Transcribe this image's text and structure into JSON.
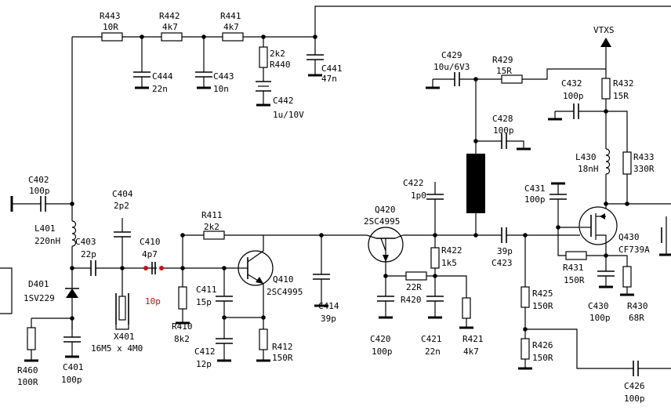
{
  "labels": {
    "r443_name": "R443",
    "r443_val": "10R",
    "r442_name": "R442",
    "r442_val": "4k7",
    "r441_name": "R441",
    "r441_val": "4k7",
    "r440_val": "2k2",
    "r440_name": "R440",
    "c441_name": "C441",
    "c441_val": "47n",
    "c444_name": "C444",
    "c444_val": "22n",
    "c443_name": "C443",
    "c443_val": "10n",
    "c442_name": "C442",
    "c442_val": "1u/10V",
    "c402_name": "C402",
    "c402_val": "100p",
    "l401_name": "L401",
    "l401_val": "220nH",
    "c404_name": "C404",
    "c404_val": "2p2",
    "c403_name": "C403",
    "c403_val": "22p",
    "c410_name": "C410",
    "c410_val": "4p7",
    "c410_alt": "10p",
    "d401_name": "D401",
    "d401_val": "1SV229",
    "x401_name": "X401",
    "x401_val": "16M5 x 4M0",
    "r410_name": "R410",
    "r410_val": "8k2",
    "r411_name": "R411",
    "r411_val": "2k2",
    "c411_name": "C411",
    "c411_val": "15p",
    "c412_name": "C412",
    "c412_val": "12p",
    "q410_name": "Q410",
    "q410_val": "2SC4995",
    "r412_name": "R412",
    "r412_val": "150R",
    "c414_name": "C414",
    "c414_val": "39p",
    "q420_name": "Q420",
    "q420_val": "2SC4995",
    "c422_name": "C422",
    "c422_val": "1p0",
    "r422_name": "R422",
    "r422_val": "1k5",
    "r420_val": "22R",
    "r420_name": "R420",
    "c420_name": "C420",
    "c420_val": "100p",
    "c421_name": "C421",
    "c421_val": "22n",
    "r421_name": "R421",
    "r421_val": "4k7",
    "c423_val": "39p",
    "c423_name": "C423",
    "c429_name": "C429",
    "c429_val": "10u/6V3",
    "r429_name": "R429",
    "r429_val": "15R",
    "c428_name": "C428",
    "c428_val": "100p",
    "vtxs": "VTXS",
    "c432_name": "C432",
    "c432_val": "100p",
    "r432_name": "R432",
    "r432_val": "15R",
    "l430_name": "L430",
    "l430_val": "18nH",
    "r433_name": "R433",
    "r433_val": "330R",
    "c431_name": "C431",
    "c431_val": "100p",
    "q430_name": "Q430",
    "q430_val": "CF739A",
    "r431_name": "R431",
    "r431_val": "150R",
    "c430_name": "C430",
    "c430_val": "100p",
    "r430_name": "R430",
    "r430_val": "68R",
    "r425_name": "R425",
    "r425_val": "150R",
    "r426_name": "R426",
    "r426_val": "150R",
    "r460_name": "R460",
    "r460_val": "100R",
    "c401_name": "C401",
    "c401_val": "100p",
    "c426_name": "C426",
    "c426_val": "100p"
  },
  "colors": {
    "ink": "#000000",
    "highlight": "#d01010",
    "background": "#ffffff"
  }
}
